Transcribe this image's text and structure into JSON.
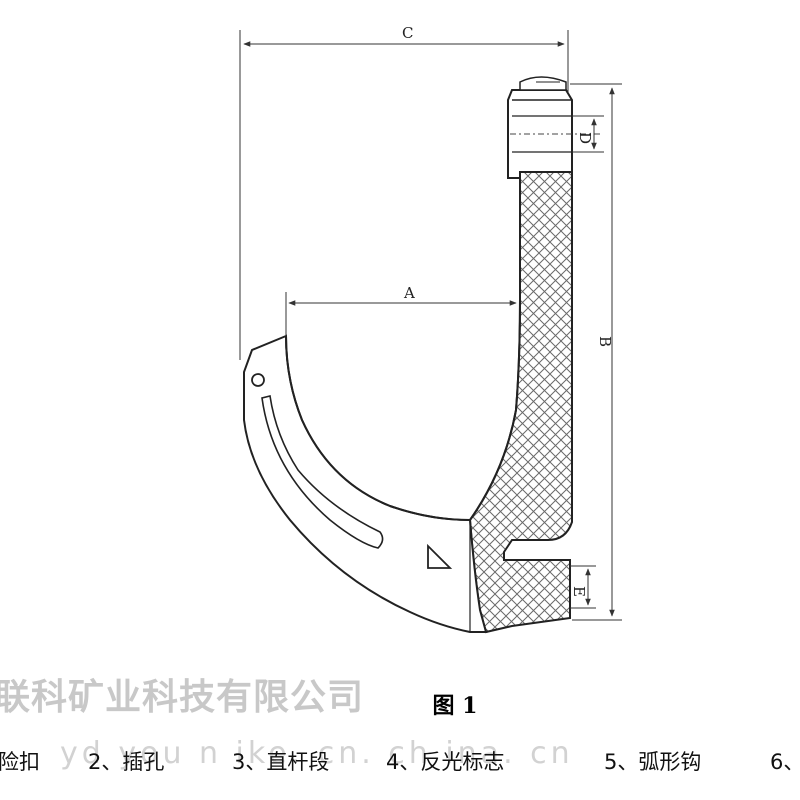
{
  "diagram": {
    "dimension_labels": {
      "A": "A",
      "B": "B",
      "C": "C",
      "D": "D",
      "E": "E"
    },
    "caption": "图 1"
  },
  "watermark": {
    "company": "联科矿业科技有限公司",
    "url": "yd you n ike. cn. ch ina. cn"
  },
  "legend": {
    "items": [
      {
        "text": "险扣"
      },
      {
        "text": "2、插孔"
      },
      {
        "text": "3、直杆段"
      },
      {
        "text": "4、反光标志"
      },
      {
        "text": "5、弧形钩"
      },
      {
        "text": "6、"
      }
    ]
  }
}
